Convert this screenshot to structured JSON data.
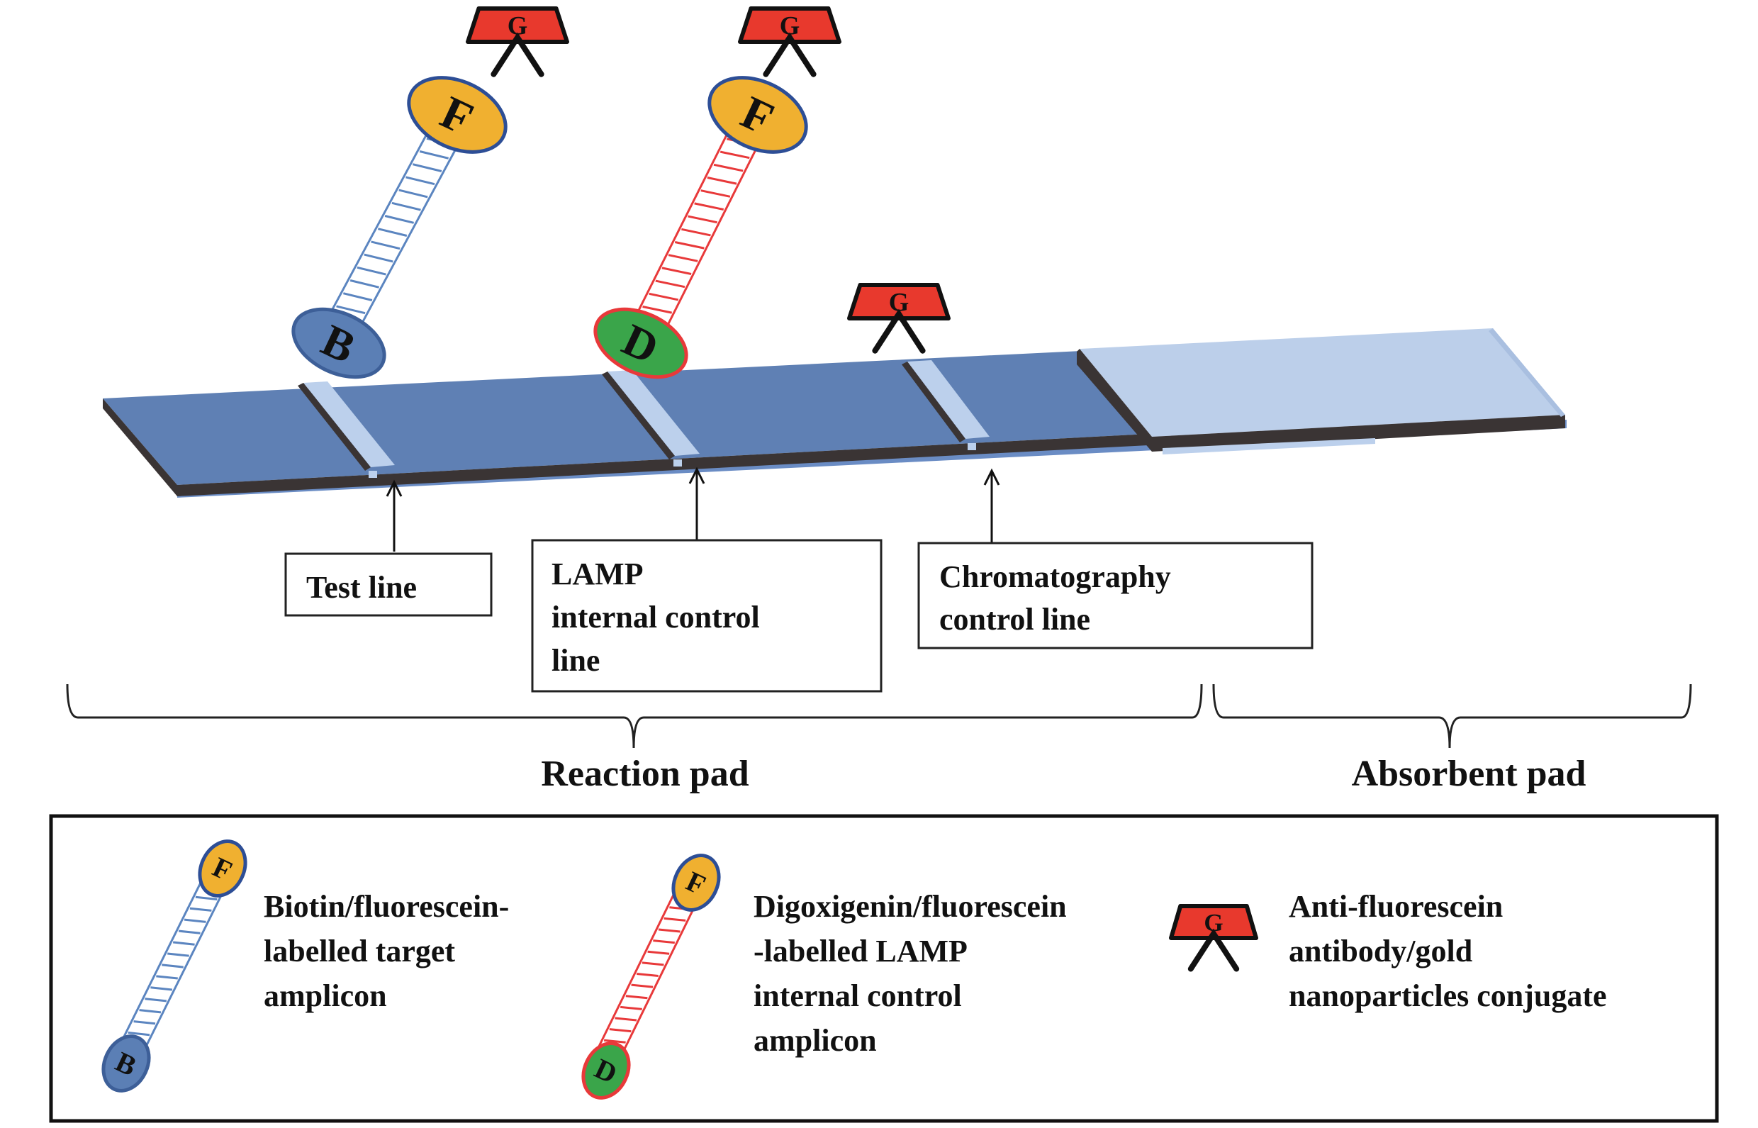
{
  "colors": {
    "strip_top": "#5f80b4",
    "strip_side": "#3a3434",
    "strip_base": "#6a8cc4",
    "line_band": "#bcd0ec",
    "absorbent_top": "#bccfea",
    "gold_red": "#e8392d",
    "fluorescein_orange": "#f0b030",
    "biotin_blue": "#5b7fb5",
    "digoxigenin_green": "#3aa54a",
    "target_ladder": "#5b85c0",
    "control_ladder": "#e8393a"
  },
  "markers": {
    "fluorescein": "F",
    "biotin": "B",
    "digoxigenin": "D",
    "gold": "G"
  },
  "callouts": {
    "test_line": [
      "Test line"
    ],
    "lamp_line": [
      "LAMP",
      "internal control",
      "line"
    ],
    "chromatography_line": [
      "Chromatography",
      "control line"
    ]
  },
  "regions": {
    "reaction_pad": "Reaction pad",
    "absorbent_pad": "Absorbent pad"
  },
  "legend": {
    "items": [
      {
        "id": "target-amplicon",
        "lines": [
          "Biotin/fluorescein-",
          "labelled target",
          "amplicon"
        ]
      },
      {
        "id": "control-amplicon",
        "lines": [
          "Digoxigenin/fluorescein",
          "-labelled LAMP",
          "internal control",
          "amplicon"
        ]
      },
      {
        "id": "gold-conjugate",
        "lines": [
          "Anti-fluorescein",
          "antibody/gold",
          "nanoparticles conjugate"
        ]
      }
    ]
  }
}
